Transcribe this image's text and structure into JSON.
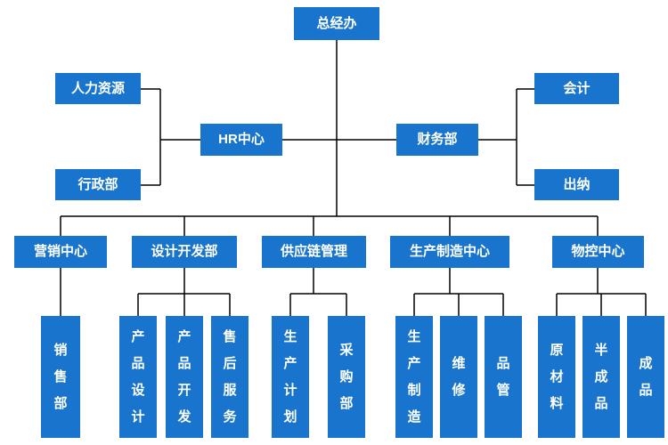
{
  "org": {
    "root": "总经办",
    "hr": {
      "label": "HR中心",
      "children": [
        "人力资源",
        "行政部"
      ]
    },
    "finance": {
      "label": "财务部",
      "children": [
        "会计",
        "出纳"
      ]
    },
    "departments": [
      {
        "label": "营销中心",
        "children": [
          "销售部"
        ]
      },
      {
        "label": "设计开发部",
        "children": [
          "产品设计",
          "产品开发",
          "售后服务"
        ]
      },
      {
        "label": "供应链管理",
        "children": [
          "生产计划",
          "采购部"
        ]
      },
      {
        "label": "生产制造中心",
        "children": [
          "生产制造",
          "维修",
          "品管"
        ]
      },
      {
        "label": "物控中心",
        "children": [
          "原材料",
          "半成品",
          "成品"
        ]
      }
    ]
  },
  "colors": {
    "node_fill": "#1874CD",
    "node_text": "#FFFFFF",
    "connector": "#000000",
    "background": "#FFFFFF"
  }
}
